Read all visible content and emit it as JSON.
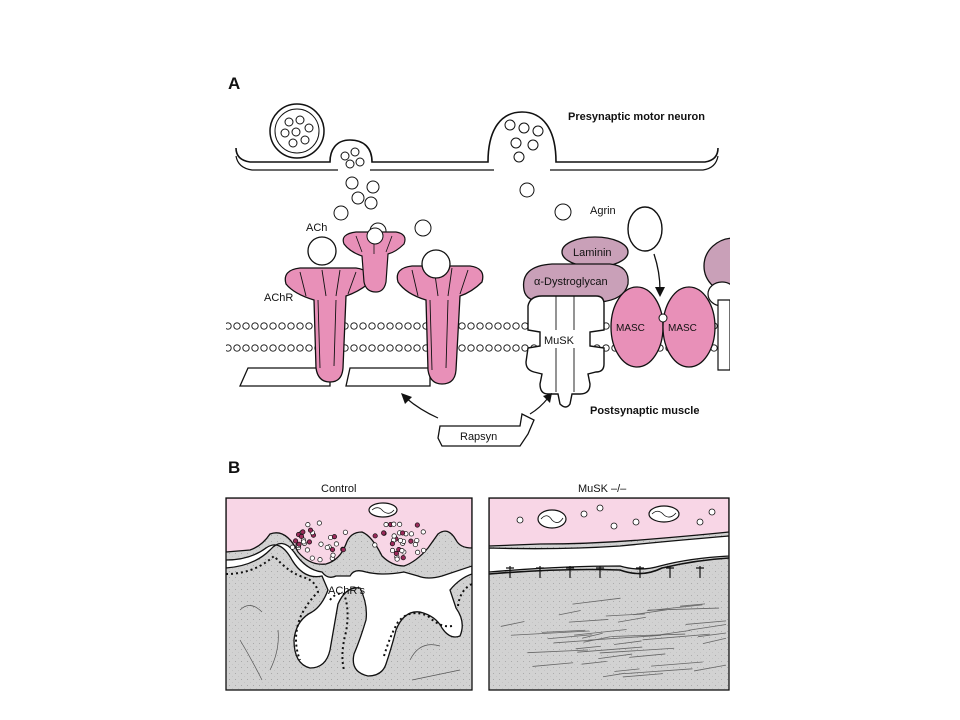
{
  "panel_a": {
    "letter": "A",
    "presynaptic_label": "Presynaptic motor neuron",
    "postsynaptic_label": "Postsynaptic muscle",
    "labels": {
      "ach": "ACh",
      "achr": "AChR",
      "agrin": "Agrin",
      "laminin": "Laminin",
      "dystroglycan": "α-Dystroglycan",
      "musk": "MuSK",
      "masc_1": "MASC",
      "masc_2": "MASC",
      "rapsyn": "Rapsyn"
    }
  },
  "panel_b": {
    "letter": "B",
    "control_title": "Control",
    "musk_title": "MuSK –/–",
    "achrs_label": "AChR's"
  },
  "colors": {
    "pink": "#e890b8",
    "light_pink": "#f8d6e6",
    "mauve": "#c9a0b8",
    "gray_fill": "#d2d2d2",
    "ink": "#111111"
  }
}
